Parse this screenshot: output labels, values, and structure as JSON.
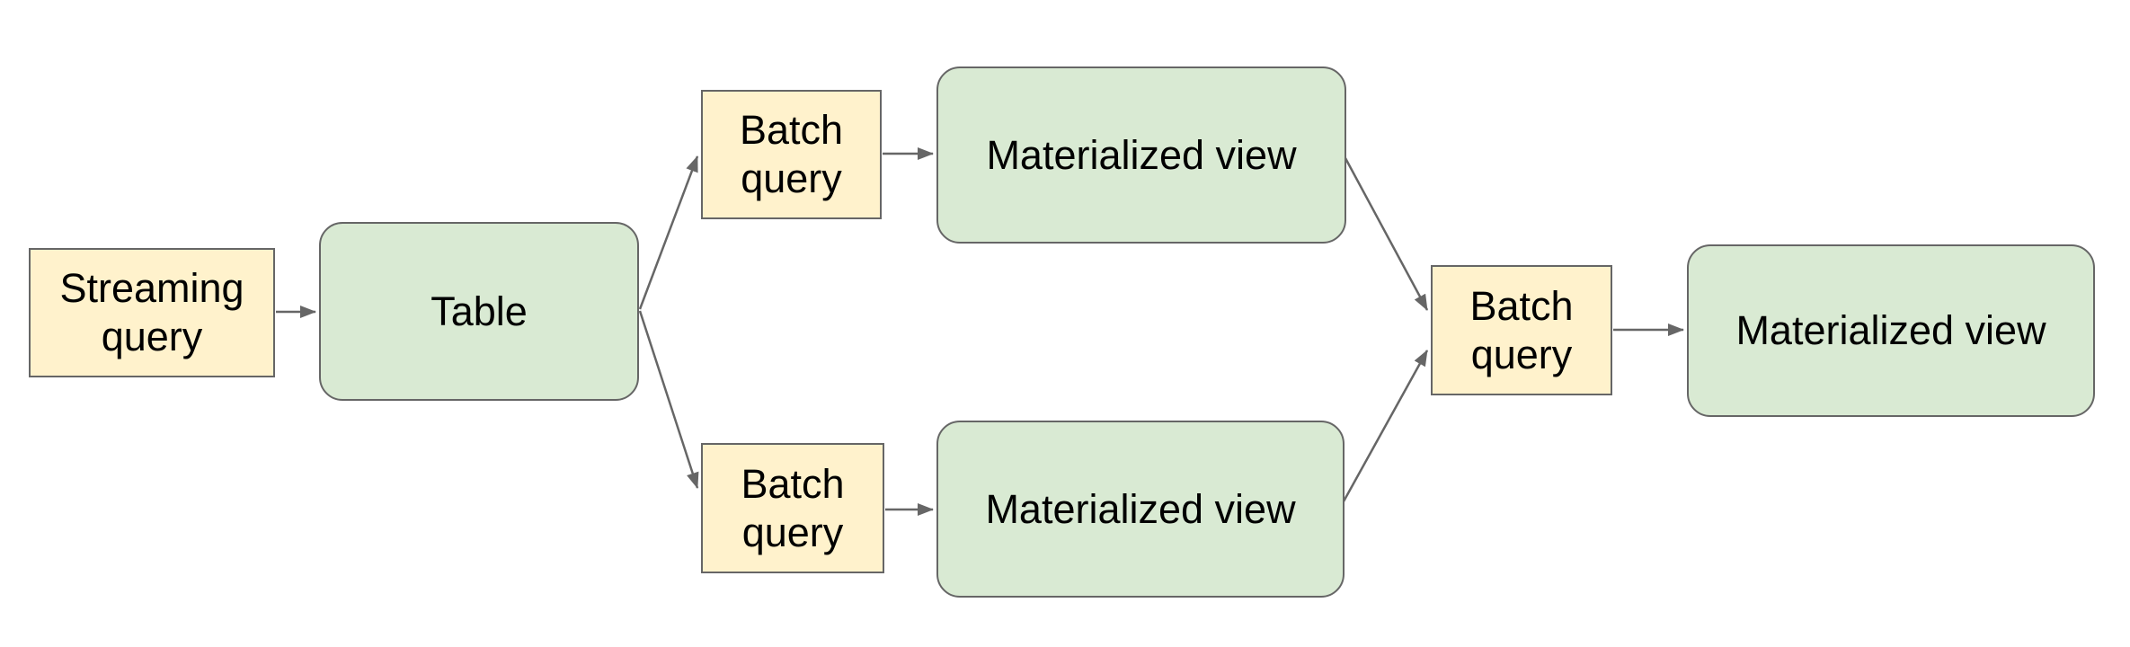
{
  "colors": {
    "node_yellow": "#fff2cc",
    "node_green": "#d9ead3",
    "node_border": "#666666",
    "arrow": "#666666",
    "text": "#000000",
    "background": "#ffffff"
  },
  "nodes": {
    "streaming_query": {
      "label": "Streaming query",
      "type": "query"
    },
    "table": {
      "label": "Table",
      "type": "table"
    },
    "batch_query_top": {
      "label": "Batch query",
      "type": "query"
    },
    "materialized_view_top": {
      "label": "Materialized view",
      "type": "view"
    },
    "batch_query_bottom": {
      "label": "Batch query",
      "type": "query"
    },
    "materialized_view_bottom": {
      "label": "Materialized view",
      "type": "view"
    },
    "batch_query_right": {
      "label": "Batch query",
      "type": "query"
    },
    "materialized_view_right": {
      "label": "Materialized view",
      "type": "view"
    }
  },
  "edges": [
    {
      "from": "streaming_query",
      "to": "table"
    },
    {
      "from": "table",
      "to": "batch_query_top"
    },
    {
      "from": "table",
      "to": "batch_query_bottom"
    },
    {
      "from": "batch_query_top",
      "to": "materialized_view_top"
    },
    {
      "from": "batch_query_bottom",
      "to": "materialized_view_bottom"
    },
    {
      "from": "materialized_view_top",
      "to": "batch_query_right"
    },
    {
      "from": "materialized_view_bottom",
      "to": "batch_query_right"
    },
    {
      "from": "batch_query_right",
      "to": "materialized_view_right"
    }
  ]
}
